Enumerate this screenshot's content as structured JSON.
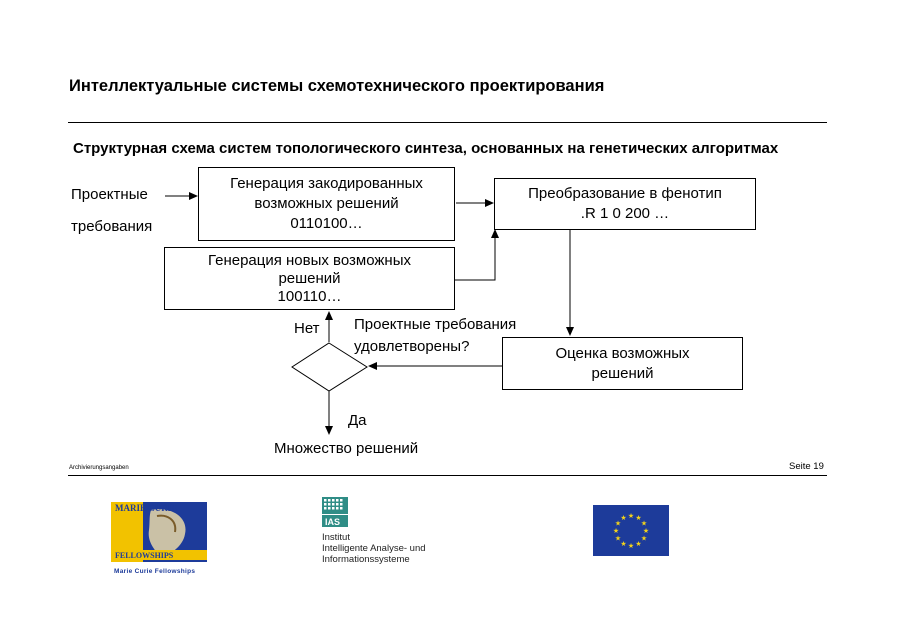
{
  "header": {
    "title": "Интеллектуальные системы схемотехнического проектирования",
    "subtitle": "Структурная схема систем топологического синтеза, основанных на генетических алгоритмах"
  },
  "diagram": {
    "input_label_line1": "Проектные",
    "input_label_line2": "требования",
    "box_encode": [
      "Генерация закодированных",
      "возможных решений",
      "0110100…"
    ],
    "box_phenotype": [
      "Преобразование в фенотип",
      ".R 1 0 200 …"
    ],
    "box_new": [
      "Генерация новых возможных",
      "решений",
      "100110…"
    ],
    "box_eval": [
      "Оценка возможных",
      "решений"
    ],
    "decision_question": [
      "Проектные требования",
      "удовлетворены?"
    ],
    "no_label": "Нет",
    "yes_label": "Да",
    "output_label": "Множество решений"
  },
  "footer": {
    "left_note": "Archivierungsangaben",
    "page": "Seite 19",
    "logo_mc_top": "MARIE CURIE",
    "logo_mc_banner": "FELLOWSHIPS",
    "logo_mc_caption": "Marie Curie Fellowships",
    "ias_abbr": "IAS",
    "ias_text": [
      "Institut",
      "Intelligente Analyse- und",
      "Informationssysteme"
    ]
  },
  "colors": {
    "eu_blue": "#1d3b9a",
    "eu_star": "#f2d21b",
    "mc_blue": "#1d3b9a",
    "mc_yellow": "#f2c200",
    "ias_teal": "#2f8d86"
  }
}
